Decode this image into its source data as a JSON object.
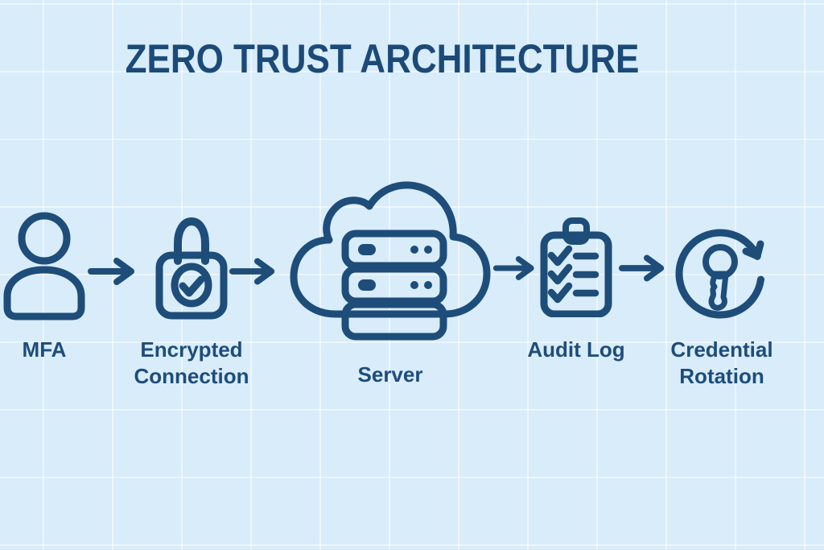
{
  "title": "ZERO TRUST ARCHITECTURE",
  "diagram": {
    "type": "flow",
    "direction": "left-to-right",
    "nodes": [
      {
        "id": "mfa",
        "label": "MFA",
        "icon": "user-icon"
      },
      {
        "id": "encrypted-connection",
        "label": "Encrypted Connection",
        "icon": "lock-check-icon"
      },
      {
        "id": "server",
        "label": "Server",
        "icon": "cloud-server-icon"
      },
      {
        "id": "audit-log",
        "label": "Audit Log",
        "icon": "clipboard-checklist-icon"
      },
      {
        "id": "credential-rotation",
        "label": "Credential Rotation",
        "icon": "key-rotation-icon"
      }
    ],
    "connections": [
      {
        "from": "mfa",
        "to": "encrypted-connection"
      },
      {
        "from": "encrypted-connection",
        "to": "server"
      },
      {
        "from": "server",
        "to": "audit-log"
      },
      {
        "from": "audit-log",
        "to": "credential-rotation"
      }
    ]
  },
  "colors": {
    "background": "#d8ecfa",
    "grid_line": "#ecf7fe",
    "outline_navy": "#1e4d79",
    "title_navy": "#1c4a78",
    "label_navy": "#1e4d7b",
    "fill_light_blue": "#a9d7f5",
    "fill_medium_blue": "#57a9ec",
    "fill_rack_blue": "#8ccaf3",
    "fill_rack_bottom_blue": "#7fc3f1",
    "fill_cloud_white": "#f2fafe",
    "fill_clipboard": "#e2f1fb",
    "fill_key_stem": "#b9e0f7"
  }
}
